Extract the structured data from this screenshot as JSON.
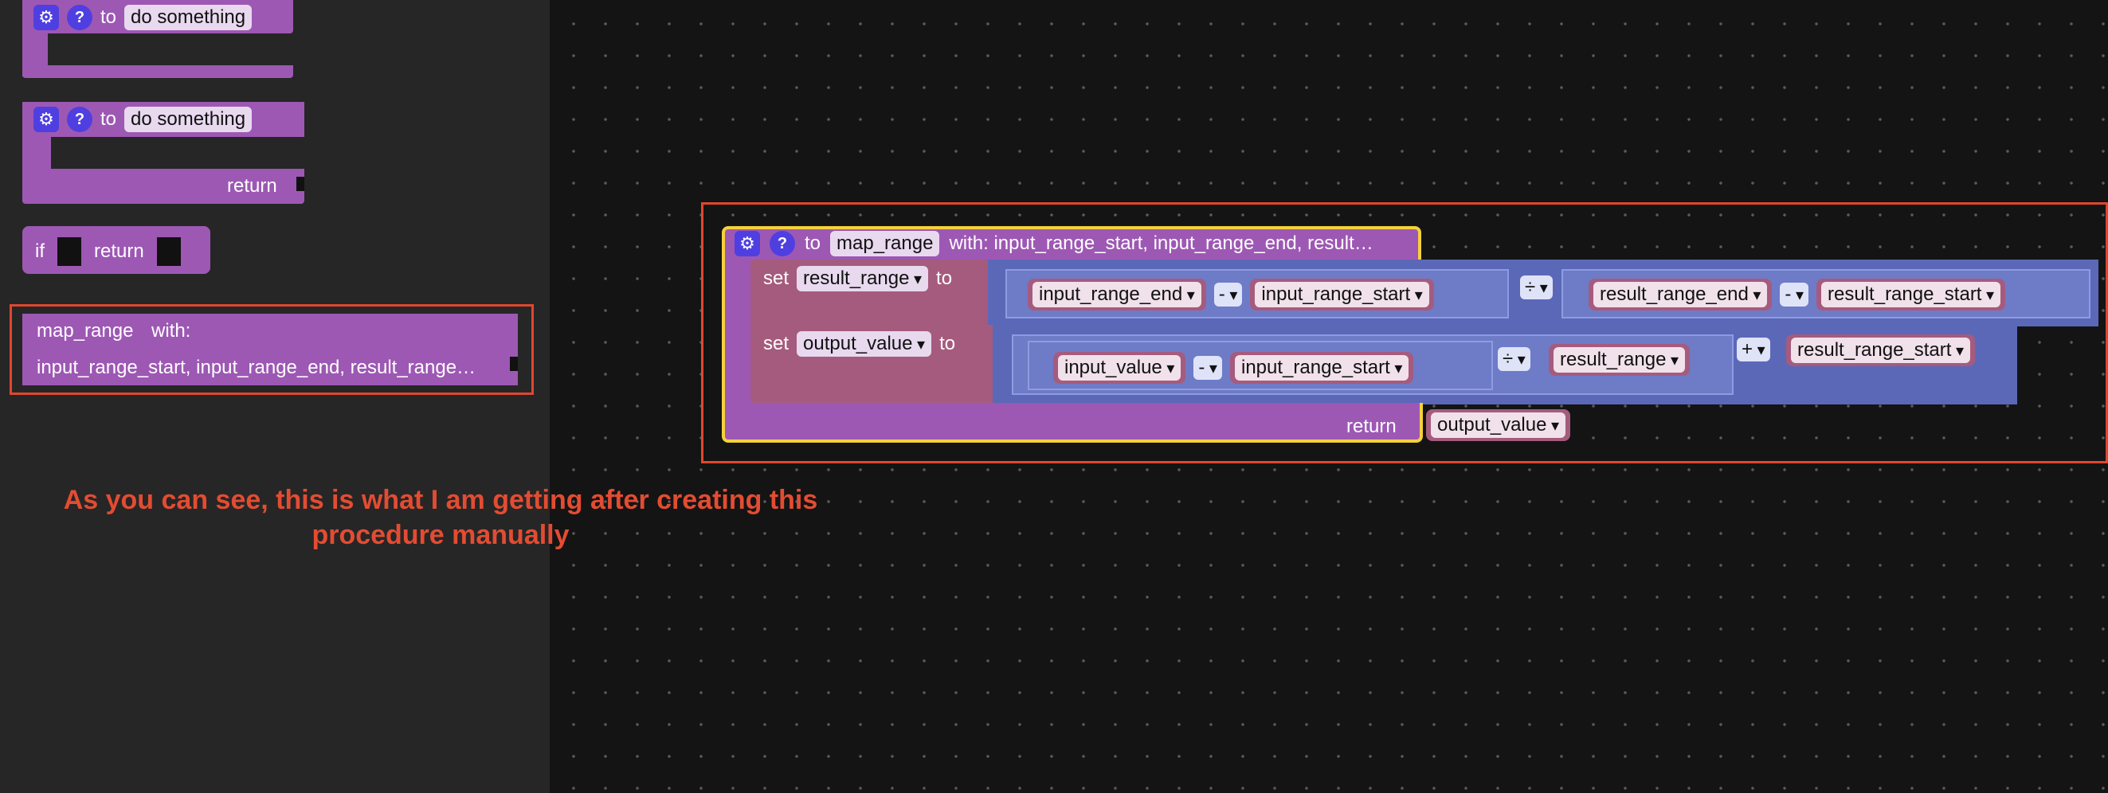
{
  "flyout": {
    "block1": {
      "to": "to",
      "name": "do something"
    },
    "block2": {
      "to": "to",
      "name": "do something",
      "return": "return"
    },
    "block3": {
      "if": "if",
      "return": "return"
    },
    "block4": {
      "title": "map_range",
      "with": "with:",
      "params": "input_range_start, input_range_end, result_range…"
    }
  },
  "workspace": {
    "proc": {
      "to": "to",
      "name": "map_range",
      "with": "with: input_range_start, input_range_end, result…"
    },
    "set1": {
      "set": "set",
      "var": "result_range",
      "to": "to",
      "a": "input_range_end",
      "op1": "-",
      "b": "input_range_start",
      "div": "÷",
      "c": "result_range_end",
      "op2": "-",
      "d": "result_range_start"
    },
    "set2": {
      "set": "set",
      "var": "output_value",
      "to": "to",
      "a": "input_value",
      "op1": "-",
      "b": "input_range_start",
      "div": "÷",
      "c": "result_range",
      "plus": "+",
      "d": "result_range_start"
    },
    "ret": {
      "label": "return",
      "var": "output_value"
    }
  },
  "annotation": {
    "text": "As you can see, this is what I am getting after creating this procedure manually"
  },
  "colors": {
    "procedure": "#9d58b4",
    "variable": "#a55b7e",
    "math": "#5b68b8",
    "highlight": "#e0472e",
    "selected": "#f5d13b"
  }
}
